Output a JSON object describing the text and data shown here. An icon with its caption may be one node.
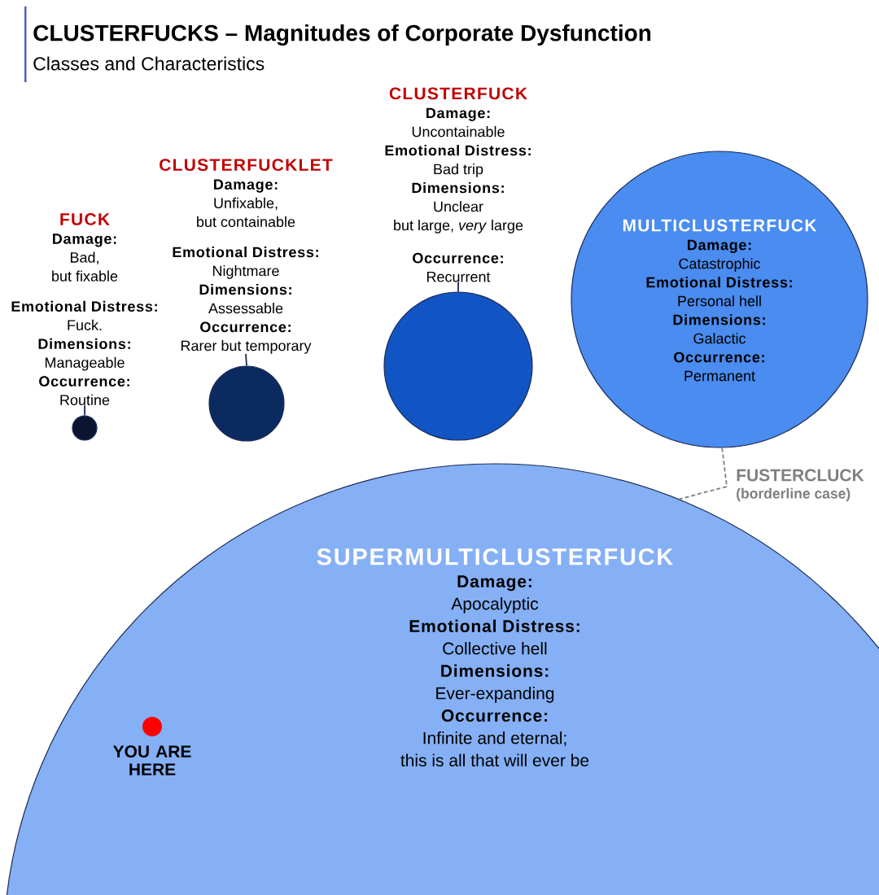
{
  "diagram": {
    "title": "CLUSTERFUCKS – Magnitudes of Corporate Dysfunction",
    "nodes": [
      {
        "text": [
          "FUCK",
          "Damage:",
          "Bad, but fixable",
          "Emotional Distress:",
          "Fuck.",
          "Dimensions:",
          "Manageable",
          "Occurrence:",
          "Routine"
        ]
      },
      {
        "text": [],
        "shape": "circle"
      },
      {
        "text": [
          "CLUSTERFUCKLET",
          "Damage:",
          "Unfixable, but containable",
          "Emotional Distress:",
          "Nightmare",
          "Dimensions:",
          "Assessable",
          "Occurrence:",
          "Rarer but temporary"
        ]
      },
      {
        "text": [],
        "shape": "circle"
      },
      {
        "text": [
          "CLUSTERFUCK",
          "Damage:",
          "Uncontainable",
          "Emotional Distress:",
          "Bad trip",
          "Dimensions:",
          "Unclear but large, *very* large",
          "Occurrence:",
          "Recurrent"
        ]
      },
      {
        "text": [],
        "shape": "circle"
      },
      {
        "text": [
          "MULTICLUSTERFUCK",
          "Damage:",
          "Catastrophic",
          "Emotional Distress:",
          "Personal hell",
          "Dimensions:",
          "Galactic",
          "Occurrence:",
          "Permanent"
        ]
      },
      {
        "text": [
          "SUPERMULTICLUSTERFUCK",
          "Damage:",
          "Apocalyptic",
          "Emotional Distress:",
          "Collective hell",
          "Dimensions:",
          "Ever-expanding",
          "Occurrence:",
          "Infinite and eternal; this is all that will ever be"
        ]
      }
    ],
    "edges": [
      {
        "from": 0,
        "to": 1,
        "arrow": "none"
      },
      {
        "from": 2,
        "to": 3,
        "arrow": "none"
      },
      {
        "from": 4,
        "to": 5,
        "arrow": "none"
      },
      {
        "from": 6,
        "to": 7,
        "arrow": "none",
        "style": "dashed",
        "color": "#7f7f7f"
      }
    ],
    "labels": [
      "Classes and Characteristics",
      "FUSTERCLUCK",
      "(borderline case)",
      "YOU ARE HERE"
    ]
  }
}
